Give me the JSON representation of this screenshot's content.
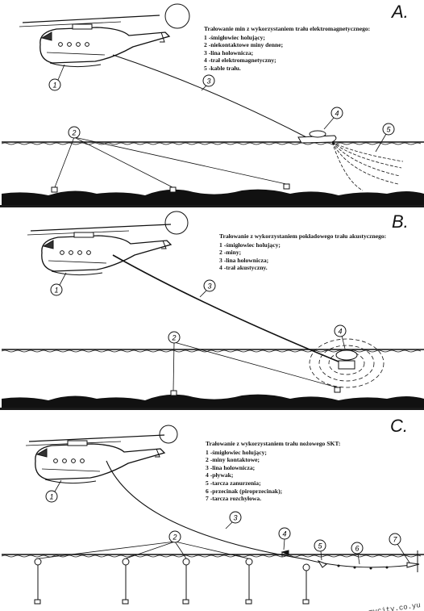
{
  "panels": [
    {
      "letter": "A.",
      "title": "Trałowanie min z wykorzystaniem trału elektromagnetycznego:",
      "items": [
        "1 -śmigłowiec holujący;",
        "2 -niekontaktowe miny denne;",
        "3 -lina holownicza;",
        "4 -trał elektromagnetyczny;",
        "5 -kable trału."
      ],
      "markers": [
        "1",
        "2",
        "3",
        "4",
        "5"
      ]
    },
    {
      "letter": "B.",
      "title": "Trałowanie z wykorzystaniem pokładowego trału akustycznego:",
      "items": [
        "1 -śmigłowiec holujący;",
        "2 -miny;",
        "3 -lina holownicza;",
        "4 -trał akustyczny."
      ],
      "markers": [
        "1",
        "2",
        "3",
        "4"
      ]
    },
    {
      "letter": "C.",
      "title": "Trałowanie z wykorzystaniem trału nożowego SKT:",
      "items": [
        "1 -śmigłowiec holujący;",
        "2 -miny kontaktowe;",
        "3 -lina holownicza;",
        "4 -pływak;",
        "5 -tarcza zanurzenia;",
        "6 -przecinak (piroprzecinak);",
        "7 -tarcza rozchyłowa."
      ],
      "markers": [
        "1",
        "2",
        "3",
        "4",
        "5",
        "6",
        "7"
      ]
    }
  ],
  "watermark": "www.mycity.co.yu"
}
